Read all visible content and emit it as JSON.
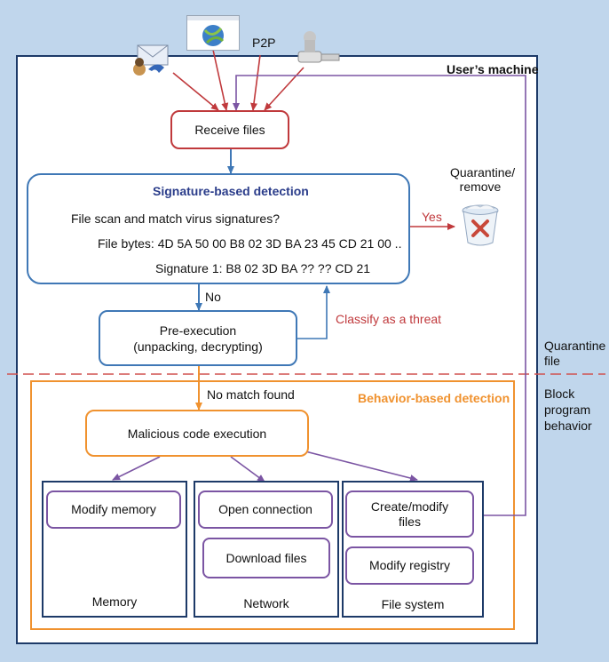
{
  "sources": {
    "p2p_label": "P2P"
  },
  "machine_label": "User’s machine",
  "receive_files": "Receive files",
  "signature": {
    "title": "Signature-based detection",
    "question": "File scan and match virus signatures?",
    "bytes_label": "File bytes:",
    "bytes_prefix": "4D 5A 50 00",
    "bytes_match": "B8 02 3D BA 23 45 CD 21",
    "bytes_suffix": "00 ..",
    "signature_line": "Signature 1: B8  02 3D BA ?? ?? CD 21"
  },
  "yes_label": "Yes",
  "quarantine_remove": [
    "Quarantine/",
    "remove"
  ],
  "no_label": "No",
  "preexecution": [
    "Pre-execution",
    "(unpacking, decrypting)"
  ],
  "classify_label": "Classify as a threat",
  "quarantine_file": [
    "Quarantine",
    "file"
  ],
  "block_behavior": [
    "Block",
    "program",
    "behavior"
  ],
  "no_match": "No match found",
  "behavior_title": "Behavior-based detection",
  "malicious": "Malicious code execution",
  "panels": {
    "memory": {
      "title": "Memory",
      "items": [
        "Modify memory"
      ]
    },
    "network": {
      "title": "Network",
      "items": [
        "Open connection",
        "Download files"
      ]
    },
    "filesystem": {
      "title": "File system",
      "items": [
        "Create/modify\nfiles",
        "Modify registry"
      ]
    }
  },
  "colors": {
    "red": "#c0393c",
    "blue": "#3f78b6",
    "navy": "#1d3a68",
    "orange": "#f0922f",
    "purple": "#7b55a3",
    "background": "#c0d6ec"
  }
}
